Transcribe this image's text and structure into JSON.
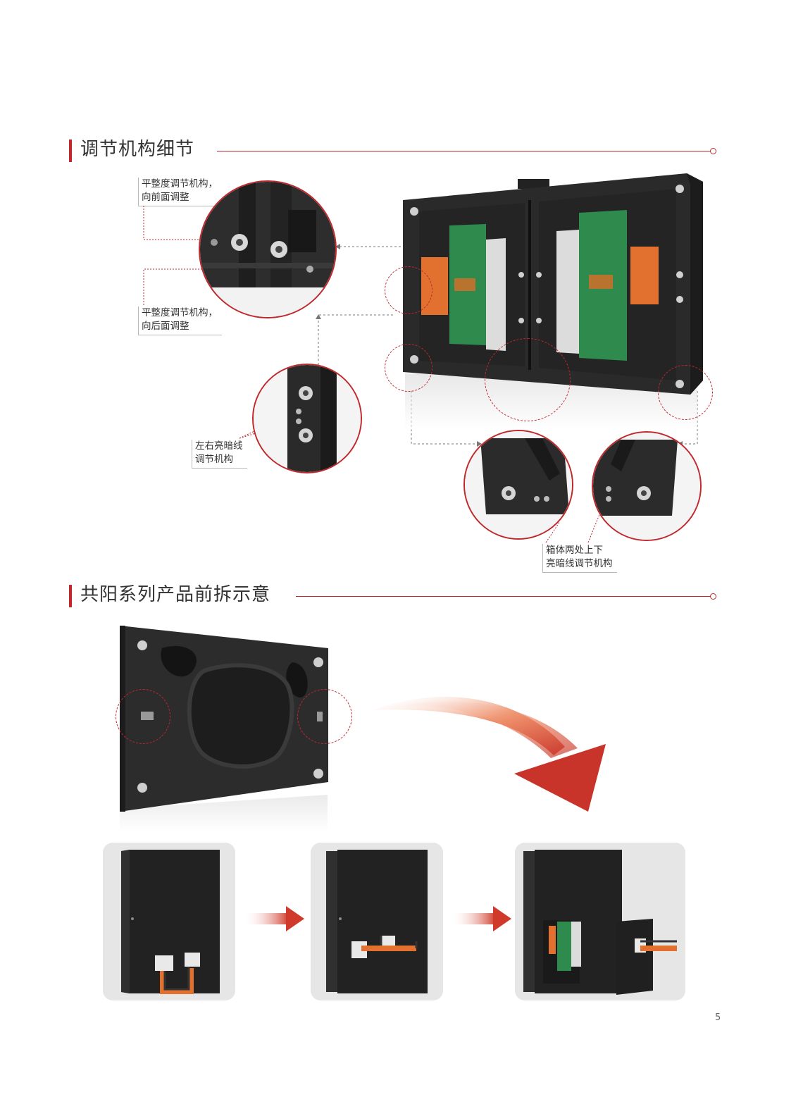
{
  "sections": [
    {
      "title": "调节机构细节"
    },
    {
      "title": "共阳系列产品前拆示意"
    }
  ],
  "callouts": {
    "flat_front": {
      "line1": "平整度调节机构，",
      "line2": "向前面调整"
    },
    "flat_back": {
      "line1": "平整度调节机构，",
      "line2": "向后面调整"
    },
    "lr_line": {
      "line1": "左右亮暗线",
      "line2": "调节机构"
    },
    "ud_line": {
      "line1": "箱体两处上下",
      "line2": "亮暗线调节机构"
    }
  },
  "page_number": "5",
  "colors": {
    "accent": "#c0282d",
    "dark_metal": "#2a2a2a",
    "pcb_green": "#2f8a4e",
    "orange": "#e2702f"
  }
}
